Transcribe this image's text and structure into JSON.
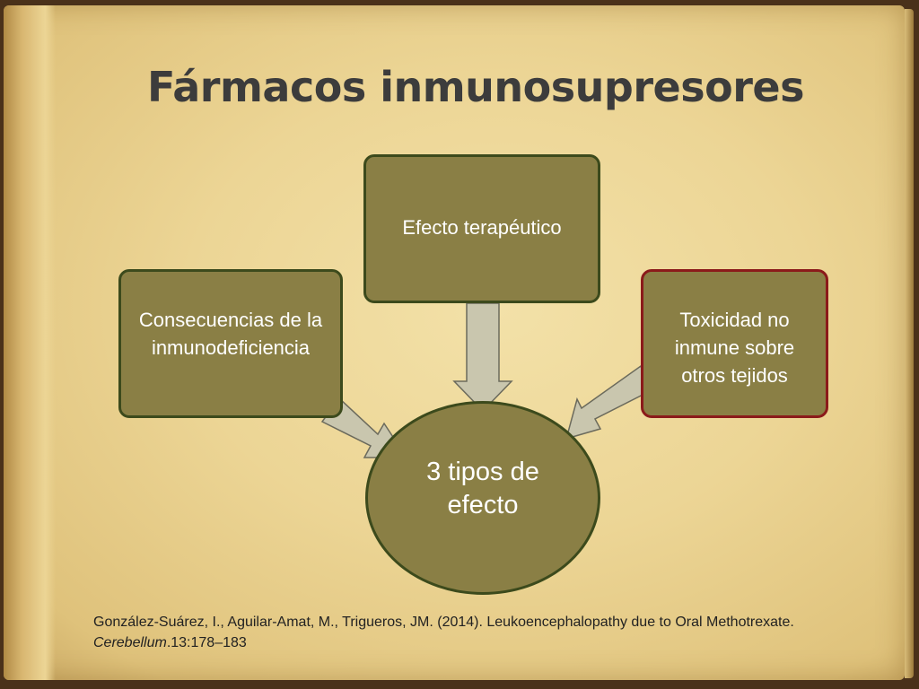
{
  "slide": {
    "title": "Fármacos inmunosupresores"
  },
  "diagram": {
    "center": {
      "label": "3 tipos de efecto"
    },
    "boxes": [
      {
        "id": "top",
        "label": "Efecto terapéutico"
      },
      {
        "id": "left",
        "label": "Consecuencias de la inmunodeficiencia"
      },
      {
        "id": "right",
        "label": "Toxicidad no inmune sobre otros tejidos"
      }
    ]
  },
  "citation": {
    "authors": "González-Suárez, I., Aguilar-Amat, M., Trigueros, JM. (2014). Leukoencephalopathy due to Oral Methotrexate. ",
    "journal": "Cerebellum",
    "pages": ".13:178–183"
  },
  "colors": {
    "box_fill": "#8a7f45",
    "box_border": "#3c4a1c",
    "highlight_border": "#8b1a1a",
    "arrow_fill": "#c9c6ae",
    "title_color": "#3c3c3c"
  }
}
